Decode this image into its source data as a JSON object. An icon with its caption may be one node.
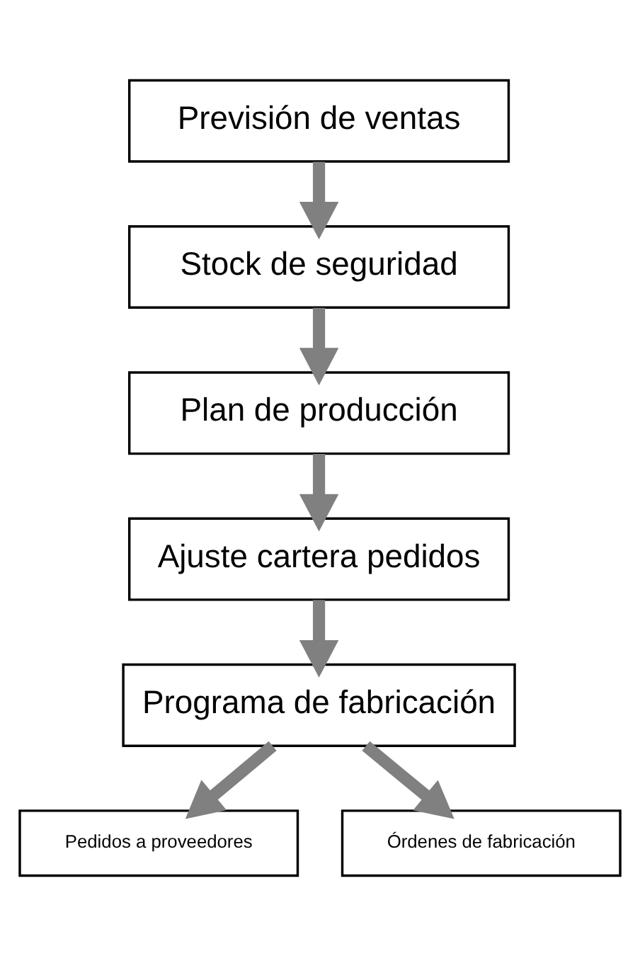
{
  "diagram": {
    "nodes": [
      {
        "text": [
          "Previsión de ventas"
        ]
      },
      {
        "text": [
          "Stock de seguridad"
        ]
      },
      {
        "text": [
          "Plan de producción"
        ]
      },
      {
        "text": [
          "Ajuste cartera pedidos"
        ]
      },
      {
        "text": [
          "Programa de fabricación"
        ]
      },
      {
        "text": [
          "Pedidos a proveedores"
        ]
      },
      {
        "text": [
          "Órdenes de fabricación"
        ]
      }
    ],
    "edges": [
      {
        "from": 0,
        "to": 1,
        "arrow": "to"
      },
      {
        "from": 1,
        "to": 2,
        "arrow": "to"
      },
      {
        "from": 2,
        "to": 3,
        "arrow": "to"
      },
      {
        "from": 3,
        "to": 4,
        "arrow": "to"
      },
      {
        "from": 4,
        "to": 5,
        "arrow": "to"
      },
      {
        "from": 4,
        "to": 6,
        "arrow": "to"
      }
    ]
  }
}
